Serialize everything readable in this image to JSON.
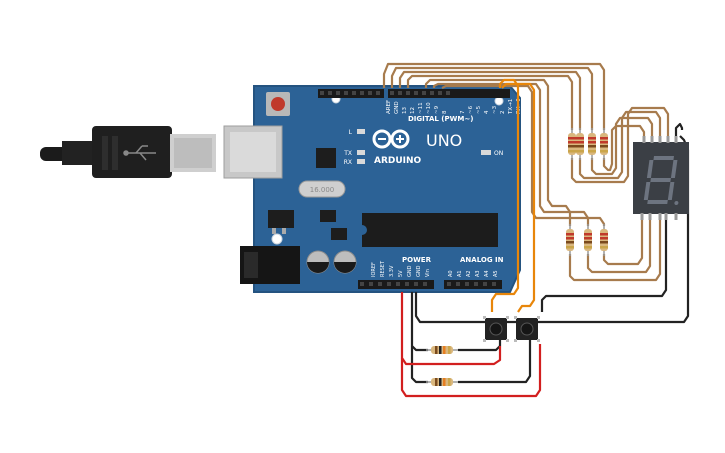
{
  "board": {
    "brand": "ARDUINO",
    "model": "UNO",
    "on_label": "ON",
    "l_label": "L",
    "tx_label": "TX",
    "rx_label": "RX",
    "digital_label": "DIGITAL (PWM~)",
    "power_label": "POWER",
    "analog_label": "ANALOG IN",
    "crystal_label": "16.000",
    "top_pins": [
      "AREF",
      "GND",
      "13",
      "12",
      "~11",
      "~10",
      "~9",
      "8",
      "7",
      "~6",
      "~5",
      "4",
      "~3",
      "2",
      "TX→1",
      "RX←0"
    ],
    "bottom_pins": [
      "IOREF",
      "RESET",
      "3.3V",
      "5V",
      "GND",
      "GND",
      "Vin",
      "A0",
      "A1",
      "A2",
      "A3",
      "A4",
      "A5"
    ]
  },
  "display": {
    "digit": "8"
  },
  "colors": {
    "board": "#2c6296",
    "wire_brown": "#a77b4d",
    "wire_orange": "#e8860a",
    "wire_black": "#222222",
    "wire_red": "#d21f1f",
    "display_body": "#3b3f45",
    "segment": "#6d7480"
  }
}
